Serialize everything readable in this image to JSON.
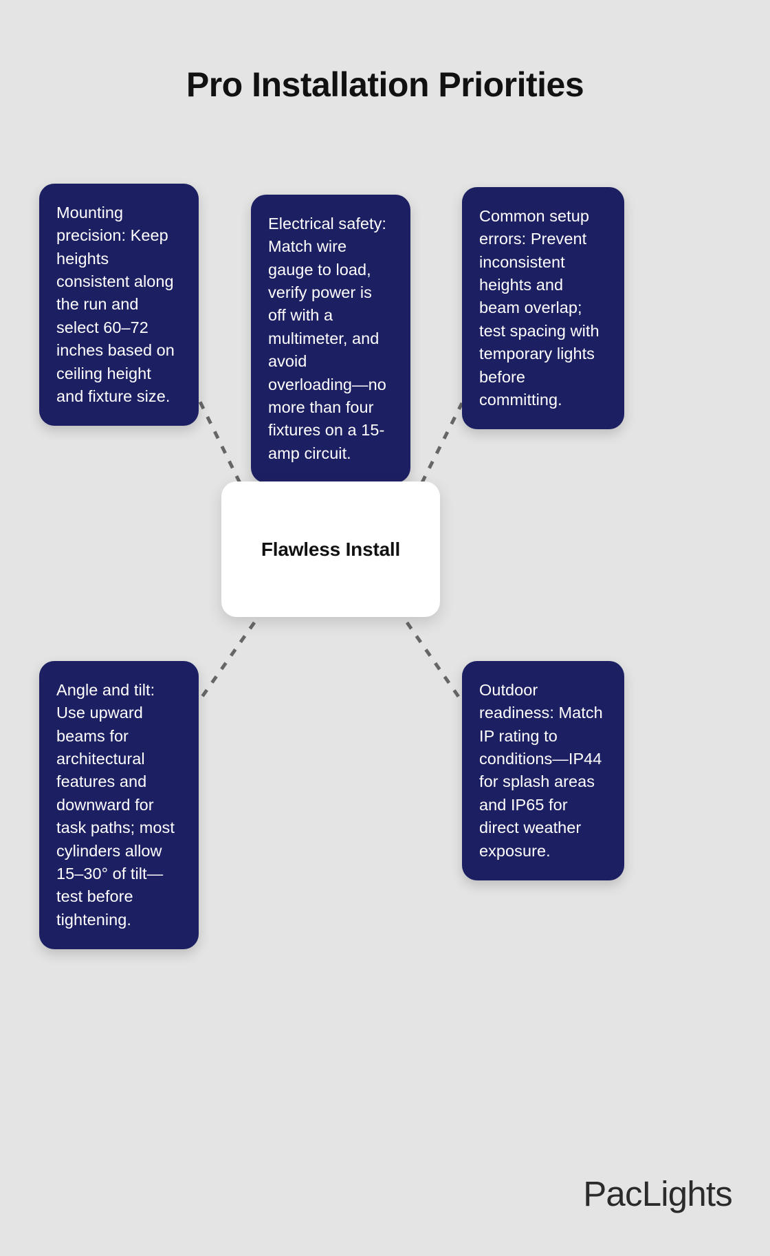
{
  "page": {
    "title": "Pro Installation Priorities",
    "background_color": "#e3e4e3",
    "card_color": "#1d1f63",
    "card_text_color": "#ffffff",
    "center_color": "#ffffff",
    "connector_color": "#666666"
  },
  "center": {
    "label": "Flawless Install"
  },
  "cards": [
    {
      "id": "mounting-precision",
      "text": "Mounting precision: Keep heights consistent along the run and select 60–72 inches based on ceiling height and fixture size."
    },
    {
      "id": "electrical-safety",
      "text": "Electrical safety: Match wire gauge to load, verify power is off with a multimeter, and avoid overloading—no more than four fixtures on a 15-amp circuit."
    },
    {
      "id": "common-setup-errors",
      "text": "Common setup errors: Prevent inconsistent heights and beam overlap; test spacing with temporary lights before committing."
    },
    {
      "id": "angle-and-tilt",
      "text": "Angle and tilt: Use upward beams for architectural features and downward for task paths; most cylinders allow 15–30° of tilt—test before tightening."
    },
    {
      "id": "outdoor-readiness",
      "text": "Outdoor readiness: Match IP rating to conditions—IP44 for splash areas and IP65 for direct weather exposure."
    }
  ],
  "brand": {
    "name": "PacLights"
  }
}
